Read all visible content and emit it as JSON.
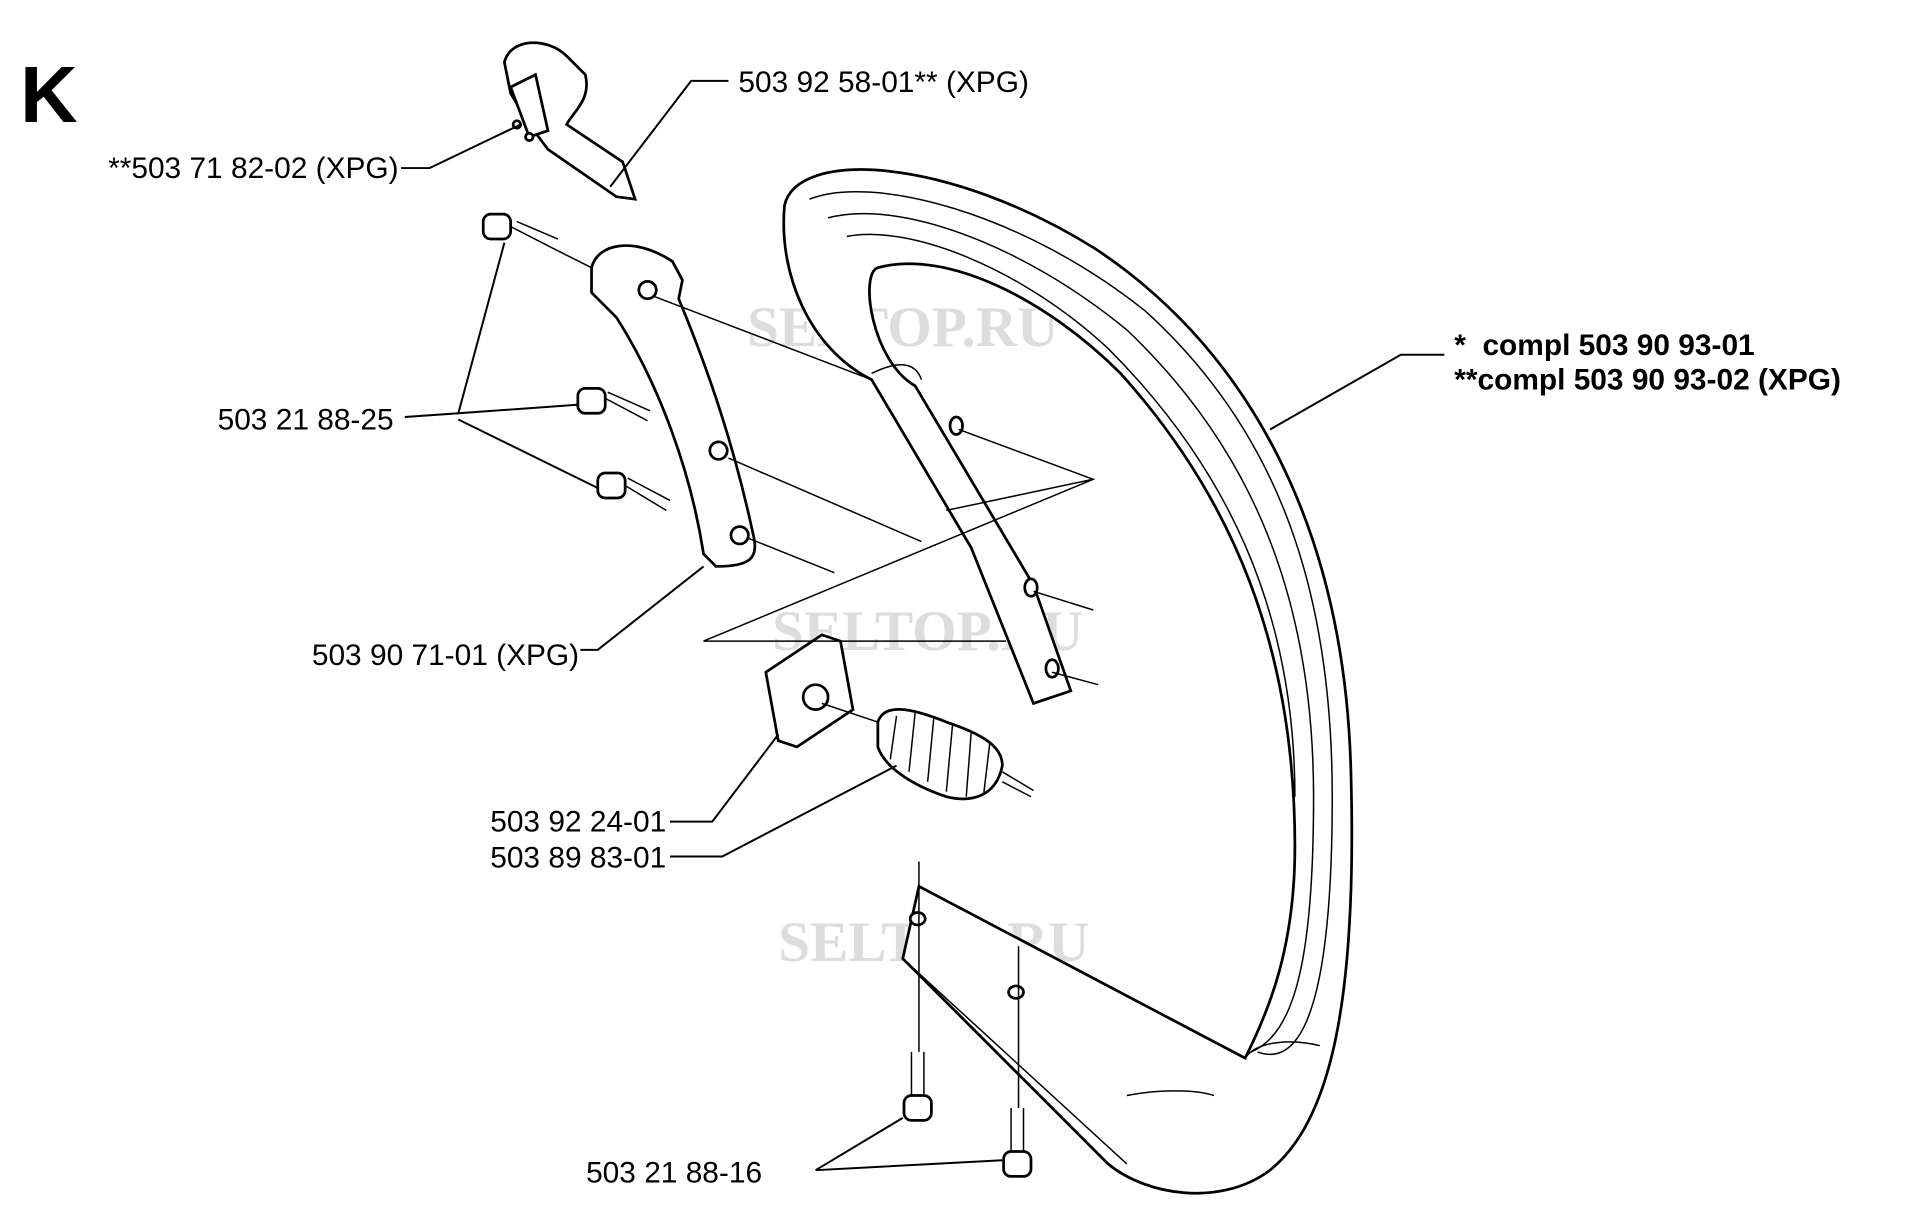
{
  "section_letter": "K",
  "watermark": "SELTOP.RU",
  "labels": {
    "lever": "503 92 58-01** (XPG)",
    "switch": "**503 71 82-02 (XPG)",
    "screws_upper": "503 21 88-25",
    "bracket": "503 90 71-01 (XPG)",
    "washer": "503 92 24-01",
    "damper": "503 89 83-01",
    "screws_lower": "503 21 88-16",
    "handle_compl_1": "*  compl 503 90 93-01",
    "handle_compl_2": "**compl 503 90 93-02 (XPG)"
  }
}
